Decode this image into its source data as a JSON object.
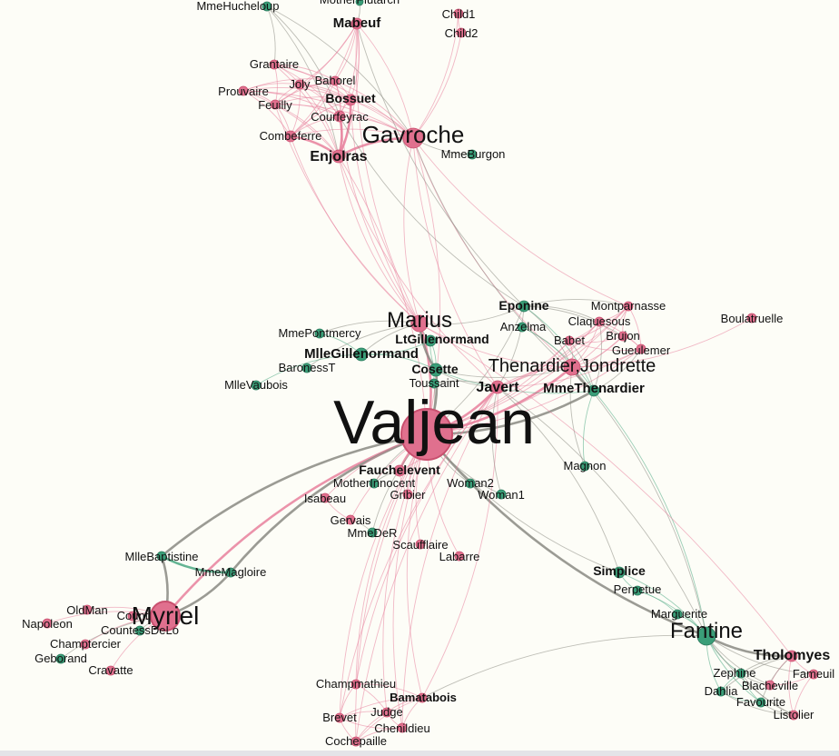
{
  "colors": {
    "background": "#fdfdf7",
    "pink": "#e0708e",
    "pink_dark": "#c9506f",
    "green": "#3a9e78",
    "green_dark": "#2b7a5c",
    "edge_pink": "#e8809c",
    "edge_gray": "#8a8a82",
    "edge_green": "#4aa882"
  },
  "nodes": [
    {
      "id": "Valjean",
      "label": "Valjean",
      "group": "pink",
      "bold": false
    },
    {
      "id": "Gavroche",
      "label": "Gavroche",
      "group": "pink",
      "bold": false
    },
    {
      "id": "Marius",
      "label": "Marius",
      "group": "pink",
      "bold": false
    },
    {
      "id": "Myriel",
      "label": "Myriel",
      "group": "pink",
      "bold": false
    },
    {
      "id": "Fantine",
      "label": "Fantine",
      "group": "green",
      "bold": false
    },
    {
      "id": "ThenardierJondrette",
      "label": "Thenardier,Jondrette",
      "group": "pink",
      "bold": false
    },
    {
      "id": "Enjolras",
      "label": "Enjolras",
      "group": "pink",
      "bold": true
    },
    {
      "id": "Javert",
      "label": "Javert",
      "group": "pink",
      "bold": true
    },
    {
      "id": "MmeThenardier",
      "label": "MmeThenardier",
      "group": "green",
      "bold": true
    },
    {
      "id": "Cosette",
      "label": "Cosette",
      "group": "green",
      "bold": true
    },
    {
      "id": "LtGillenormand",
      "label": "LtGillenormand",
      "group": "green",
      "bold": true
    },
    {
      "id": "MlleGillenormand",
      "label": "MlleGillenormand",
      "group": "green",
      "bold": true
    },
    {
      "id": "Fauchelevent",
      "label": "Fauchelevent",
      "group": "pink",
      "bold": true
    },
    {
      "id": "Bossuet",
      "label": "Bossuet",
      "group": "pink",
      "bold": true
    },
    {
      "id": "Mabeuf",
      "label": "Mabeuf",
      "group": "pink",
      "bold": true
    },
    {
      "id": "Eponine",
      "label": "Eponine",
      "group": "green",
      "bold": true
    },
    {
      "id": "Tholomyes",
      "label": "Tholomyes",
      "group": "pink",
      "bold": true
    },
    {
      "id": "Simplice",
      "label": "Simplice",
      "group": "green",
      "bold": true
    },
    {
      "id": "Bamatabois",
      "label": "Bamatabois",
      "group": "pink",
      "bold": true
    },
    {
      "id": "MmeHucheloup",
      "label": "MmeHucheloup",
      "group": "green",
      "bold": false
    },
    {
      "id": "MotherPlutarch",
      "label": "MotherPlutarch",
      "group": "green",
      "bold": false
    },
    {
      "id": "Child1",
      "label": "Child1",
      "group": "pink",
      "bold": false
    },
    {
      "id": "Child2",
      "label": "Child2",
      "group": "pink",
      "bold": false
    },
    {
      "id": "Grantaire",
      "label": "Grantaire",
      "group": "pink",
      "bold": false
    },
    {
      "id": "Bahorel",
      "label": "Bahorel",
      "group": "pink",
      "bold": false
    },
    {
      "id": "Joly",
      "label": "Joly",
      "group": "pink",
      "bold": false
    },
    {
      "id": "Prouvaire",
      "label": "Prouvaire",
      "group": "pink",
      "bold": false
    },
    {
      "id": "Feuilly",
      "label": "Feuilly",
      "group": "pink",
      "bold": false
    },
    {
      "id": "Courfeyrac",
      "label": "Courfeyrac",
      "group": "pink",
      "bold": false
    },
    {
      "id": "Combeferre",
      "label": "Combeferre",
      "group": "pink",
      "bold": false
    },
    {
      "id": "MmeBurgon",
      "label": "MmeBurgon",
      "group": "green",
      "bold": false
    },
    {
      "id": "Montparnasse",
      "label": "Montparnasse",
      "group": "pink",
      "bold": false
    },
    {
      "id": "Claquesous",
      "label": "Claquesous",
      "group": "pink",
      "bold": false
    },
    {
      "id": "Anzelma",
      "label": "Anzelma",
      "group": "green",
      "bold": false
    },
    {
      "id": "Babet",
      "label": "Babet",
      "group": "pink",
      "bold": false
    },
    {
      "id": "Brujon",
      "label": "Brujon",
      "group": "pink",
      "bold": false
    },
    {
      "id": "Gueulemer",
      "label": "Gueulemer",
      "group": "pink",
      "bold": false
    },
    {
      "id": "Boulatruelle",
      "label": "Boulatruelle",
      "group": "pink",
      "bold": false
    },
    {
      "id": "MmePontmercy",
      "label": "MmePontmercy",
      "group": "green",
      "bold": false
    },
    {
      "id": "BaronessT",
      "label": "BaronessT",
      "group": "green",
      "bold": false
    },
    {
      "id": "MlleVaubois",
      "label": "MlleVaubois",
      "group": "green",
      "bold": false
    },
    {
      "id": "Toussaint",
      "label": "Toussaint",
      "group": "green",
      "bold": false
    },
    {
      "id": "MotherInnocent",
      "label": "MotherInnocent",
      "group": "green",
      "bold": false
    },
    {
      "id": "Isabeau",
      "label": "Isabeau",
      "group": "pink",
      "bold": false
    },
    {
      "id": "Gribier",
      "label": "Gribier",
      "group": "pink",
      "bold": false
    },
    {
      "id": "Woman2",
      "label": "Woman2",
      "group": "green",
      "bold": false
    },
    {
      "id": "Woman1",
      "label": "Woman1",
      "group": "green",
      "bold": false
    },
    {
      "id": "Magnon",
      "label": "Magnon",
      "group": "green",
      "bold": false
    },
    {
      "id": "Gervais",
      "label": "Gervais",
      "group": "pink",
      "bold": false
    },
    {
      "id": "MmeDeR",
      "label": "MmeDeR",
      "group": "green",
      "bold": false
    },
    {
      "id": "Scaufflaire",
      "label": "Scaufflaire",
      "group": "pink",
      "bold": false
    },
    {
      "id": "Labarre",
      "label": "Labarre",
      "group": "pink",
      "bold": false
    },
    {
      "id": "MlleBaptistine",
      "label": "MlleBaptistine",
      "group": "green",
      "bold": false
    },
    {
      "id": "MmeMagloire",
      "label": "MmeMagloire",
      "group": "green",
      "bold": false
    },
    {
      "id": "OldMan",
      "label": "OldMan",
      "group": "pink",
      "bold": false
    },
    {
      "id": "Count",
      "label": "Count",
      "group": "pink",
      "bold": false
    },
    {
      "id": "Napoleon",
      "label": "Napoleon",
      "group": "pink",
      "bold": false
    },
    {
      "id": "CountessDeLo",
      "label": "CountessDeLo",
      "group": "green",
      "bold": false
    },
    {
      "id": "Champtercier",
      "label": "Champtercier",
      "group": "pink",
      "bold": false
    },
    {
      "id": "Geborand",
      "label": "Geborand",
      "group": "green",
      "bold": false
    },
    {
      "id": "Cravatte",
      "label": "Cravatte",
      "group": "pink",
      "bold": false
    },
    {
      "id": "Perpetue",
      "label": "Perpetue",
      "group": "green",
      "bold": false
    },
    {
      "id": "Marguerite",
      "label": "Marguerite",
      "group": "green",
      "bold": false
    },
    {
      "id": "Zephine",
      "label": "Zephine",
      "group": "green",
      "bold": false
    },
    {
      "id": "Dahlia",
      "label": "Dahlia",
      "group": "green",
      "bold": false
    },
    {
      "id": "Blacheville",
      "label": "Blacheville",
      "group": "pink",
      "bold": false
    },
    {
      "id": "Fameuil",
      "label": "Fameuil",
      "group": "pink",
      "bold": false
    },
    {
      "id": "Favourite",
      "label": "Favourite",
      "group": "green",
      "bold": false
    },
    {
      "id": "Listolier",
      "label": "Listolier",
      "group": "pink",
      "bold": false
    },
    {
      "id": "Champmathieu",
      "label": "Champmathieu",
      "group": "pink",
      "bold": false
    },
    {
      "id": "Brevet",
      "label": "Brevet",
      "group": "pink",
      "bold": false
    },
    {
      "id": "Judge",
      "label": "Judge",
      "group": "pink",
      "bold": false
    },
    {
      "id": "Chenildieu",
      "label": "Chenildieu",
      "group": "pink",
      "bold": false
    },
    {
      "id": "Cochepaille",
      "label": "Cochepaille",
      "group": "pink",
      "bold": false
    }
  ],
  "edges": [
    [
      "Valjean",
      "Myriel"
    ],
    [
      "Valjean",
      "MlleBaptistine"
    ],
    [
      "Valjean",
      "MmeMagloire"
    ],
    [
      "Valjean",
      "Labarre"
    ],
    [
      "Valjean",
      "Marius"
    ],
    [
      "Valjean",
      "Cosette"
    ],
    [
      "Valjean",
      "Javert"
    ],
    [
      "Valjean",
      "Fauchelevent"
    ],
    [
      "Valjean",
      "Fantine"
    ],
    [
      "Valjean",
      "MmeThenardier"
    ],
    [
      "Valjean",
      "ThenardierJondrette"
    ],
    [
      "Valjean",
      "Gavroche"
    ],
    [
      "Valjean",
      "Enjolras"
    ],
    [
      "Valjean",
      "Bamatabois"
    ],
    [
      "Valjean",
      "Champmathieu"
    ],
    [
      "Valjean",
      "Brevet"
    ],
    [
      "Valjean",
      "Chenildieu"
    ],
    [
      "Valjean",
      "Cochepaille"
    ],
    [
      "Valjean",
      "Judge"
    ],
    [
      "Valjean",
      "Simplice"
    ],
    [
      "Valjean",
      "Gervais"
    ],
    [
      "Valjean",
      "Isabeau"
    ],
    [
      "Valjean",
      "Scaufflaire"
    ],
    [
      "Valjean",
      "MmeDeR"
    ],
    [
      "Valjean",
      "Woman1"
    ],
    [
      "Valjean",
      "Woman2"
    ],
    [
      "Valjean",
      "MotherInnocent"
    ],
    [
      "Valjean",
      "Gribier"
    ],
    [
      "Valjean",
      "Toussaint"
    ],
    [
      "Valjean",
      "Babet"
    ],
    [
      "Valjean",
      "Gueulemer"
    ],
    [
      "Valjean",
      "Claquesous"
    ],
    [
      "Valjean",
      "Brujon"
    ],
    [
      "Valjean",
      "Montparnasse"
    ],
    [
      "Valjean",
      "Eponine"
    ],
    [
      "Myriel",
      "MlleBaptistine"
    ],
    [
      "Myriel",
      "MmeMagloire"
    ],
    [
      "Myriel",
      "Napoleon"
    ],
    [
      "Myriel",
      "OldMan"
    ],
    [
      "Myriel",
      "Count"
    ],
    [
      "Myriel",
      "CountessDeLo"
    ],
    [
      "Myriel",
      "Champtercier"
    ],
    [
      "Myriel",
      "Geborand"
    ],
    [
      "Myriel",
      "Cravatte"
    ],
    [
      "MlleBaptistine",
      "MmeMagloire"
    ],
    [
      "Fantine",
      "Tholomyes"
    ],
    [
      "Fantine",
      "Zephine"
    ],
    [
      "Fantine",
      "Dahlia"
    ],
    [
      "Fantine",
      "Blacheville"
    ],
    [
      "Fantine",
      "Fameuil"
    ],
    [
      "Fantine",
      "Favourite"
    ],
    [
      "Fantine",
      "Listolier"
    ],
    [
      "Fantine",
      "Marguerite"
    ],
    [
      "Fantine",
      "Perpetue"
    ],
    [
      "Fantine",
      "Simplice"
    ],
    [
      "Fantine",
      "Javert"
    ],
    [
      "Fantine",
      "MmeThenardier"
    ],
    [
      "Fantine",
      "ThenardierJondrette"
    ],
    [
      "Fantine",
      "Bamatabois"
    ],
    [
      "Tholomyes",
      "Zephine"
    ],
    [
      "Tholomyes",
      "Dahlia"
    ],
    [
      "Tholomyes",
      "Blacheville"
    ],
    [
      "Tholomyes",
      "Fameuil"
    ],
    [
      "Tholomyes",
      "Favourite"
    ],
    [
      "Tholomyes",
      "Listolier"
    ],
    [
      "Tholomyes",
      "Marius"
    ],
    [
      "Zephine",
      "Dahlia"
    ],
    [
      "Zephine",
      "Blacheville"
    ],
    [
      "Zephine",
      "Favourite"
    ],
    [
      "Zephine",
      "Listolier"
    ],
    [
      "Dahlia",
      "Favourite"
    ],
    [
      "Dahlia",
      "Listolier"
    ],
    [
      "Blacheville",
      "Fameuil"
    ],
    [
      "Favourite",
      "Listolier"
    ],
    [
      "Fameuil",
      "Listolier"
    ],
    [
      "Marguerite",
      "Perpetue"
    ],
    [
      "Simplice",
      "Perpetue"
    ],
    [
      "Simplice",
      "Javert"
    ],
    [
      "Bamatabois",
      "Judge"
    ],
    [
      "Bamatabois",
      "Champmathieu"
    ],
    [
      "Bamatabois",
      "Brevet"
    ],
    [
      "Bamatabois",
      "Chenildieu"
    ],
    [
      "Bamatabois",
      "Cochepaille"
    ],
    [
      "Bamatabois",
      "Javert"
    ],
    [
      "Judge",
      "Champmathieu"
    ],
    [
      "Judge",
      "Brevet"
    ],
    [
      "Judge",
      "Chenildieu"
    ],
    [
      "Judge",
      "Cochepaille"
    ],
    [
      "Champmathieu",
      "Brevet"
    ],
    [
      "Brevet",
      "Chenildieu"
    ],
    [
      "Chenildieu",
      "Cochepaille"
    ],
    [
      "Brevet",
      "Cochepaille"
    ],
    [
      "Javert",
      "Champmathieu"
    ],
    [
      "Javert",
      "Cochepaille"
    ],
    [
      "Javert",
      "Chenildieu"
    ],
    [
      "Javert",
      "Brevet"
    ],
    [
      "Gavroche",
      "Enjolras"
    ],
    [
      "Gavroche",
      "Bossuet"
    ],
    [
      "Gavroche",
      "Courfeyrac"
    ],
    [
      "Gavroche",
      "Combeferre"
    ],
    [
      "Gavroche",
      "Joly"
    ],
    [
      "Gavroche",
      "Bahorel"
    ],
    [
      "Gavroche",
      "Feuilly"
    ],
    [
      "Gavroche",
      "Prouvaire"
    ],
    [
      "Gavroche",
      "Grantaire"
    ],
    [
      "Gavroche",
      "Mabeuf"
    ],
    [
      "Gavroche",
      "Child1"
    ],
    [
      "Gavroche",
      "Child2"
    ],
    [
      "Gavroche",
      "MmeBurgon"
    ],
    [
      "Gavroche",
      "MmeHucheloup"
    ],
    [
      "Gavroche",
      "Marius"
    ],
    [
      "Gavroche",
      "Javert"
    ],
    [
      "Gavroche",
      "ThenardierJondrette"
    ],
    [
      "Gavroche",
      "MmeThenardier"
    ],
    [
      "Gavroche",
      "Montparnasse"
    ],
    [
      "Enjolras",
      "Bossuet"
    ],
    [
      "Enjolras",
      "Courfeyrac"
    ],
    [
      "Enjolras",
      "Combeferre"
    ],
    [
      "Enjolras",
      "Joly"
    ],
    [
      "Enjolras",
      "Bahorel"
    ],
    [
      "Enjolras",
      "Feuilly"
    ],
    [
      "Enjolras",
      "Prouvaire"
    ],
    [
      "Enjolras",
      "Grantaire"
    ],
    [
      "Enjolras",
      "Mabeuf"
    ],
    [
      "Enjolras",
      "Marius"
    ],
    [
      "Enjolras",
      "Javert"
    ],
    [
      "Enjolras",
      "MmeHucheloup"
    ],
    [
      "Bossuet",
      "Courfeyrac"
    ],
    [
      "Bossuet",
      "Combeferre"
    ],
    [
      "Bossuet",
      "Joly"
    ],
    [
      "Bossuet",
      "Bahorel"
    ],
    [
      "Bossuet",
      "Feuilly"
    ],
    [
      "Bossuet",
      "Prouvaire"
    ],
    [
      "Bossuet",
      "Grantaire"
    ],
    [
      "Bossuet",
      "Mabeuf"
    ],
    [
      "Bossuet",
      "Marius"
    ],
    [
      "Courfeyrac",
      "Combeferre"
    ],
    [
      "Courfeyrac",
      "Joly"
    ],
    [
      "Courfeyrac",
      "Bahorel"
    ],
    [
      "Courfeyrac",
      "Feuilly"
    ],
    [
      "Courfeyrac",
      "Prouvaire"
    ],
    [
      "Courfeyrac",
      "Grantaire"
    ],
    [
      "Courfeyrac",
      "Mabeuf"
    ],
    [
      "Courfeyrac",
      "Marius"
    ],
    [
      "Courfeyrac",
      "Eponine"
    ],
    [
      "Courfeyrac",
      "MmeHucheloup"
    ],
    [
      "Combeferre",
      "Joly"
    ],
    [
      "Combeferre",
      "Bahorel"
    ],
    [
      "Combeferre",
      "Feuilly"
    ],
    [
      "Combeferre",
      "Prouvaire"
    ],
    [
      "Combeferre",
      "Mabeuf"
    ],
    [
      "Combeferre",
      "Marius"
    ],
    [
      "Joly",
      "Bahorel"
    ],
    [
      "Joly",
      "Feuilly"
    ],
    [
      "Joly",
      "Prouvaire"
    ],
    [
      "Joly",
      "Grantaire"
    ],
    [
      "Joly",
      "Mabeuf"
    ],
    [
      "Bahorel",
      "Feuilly"
    ],
    [
      "Bahorel",
      "Prouvaire"
    ],
    [
      "Bahorel",
      "Grantaire"
    ],
    [
      "Bahorel",
      "Mabeuf"
    ],
    [
      "Feuilly",
      "Prouvaire"
    ],
    [
      "Feuilly",
      "Grantaire"
    ],
    [
      "Feuilly",
      "Mabeuf"
    ],
    [
      "Feuilly",
      "Marius"
    ],
    [
      "Grantaire",
      "MmeHucheloup"
    ],
    [
      "Mabeuf",
      "Marius"
    ],
    [
      "Mabeuf",
      "MotherPlutarch"
    ],
    [
      "Mabeuf",
      "Eponine"
    ],
    [
      "Child1",
      "Child2"
    ],
    [
      "Marius",
      "Cosette"
    ],
    [
      "Marius",
      "LtGillenormand"
    ],
    [
      "Marius",
      "MlleGillenormand"
    ],
    [
      "Marius",
      "MmePontmercy"
    ],
    [
      "Marius",
      "BaronessT"
    ],
    [
      "Marius",
      "Eponine"
    ],
    [
      "Marius",
      "ThenardierJondrette"
    ],
    [
      "Marius",
      "Gillenormand"
    ],
    [
      "Cosette",
      "LtGillenormand"
    ],
    [
      "Cosette",
      "MlleGillenormand"
    ],
    [
      "Cosette",
      "Toussaint"
    ],
    [
      "Cosette",
      "ThenardierJondrette"
    ],
    [
      "Cosette",
      "MmeThenardier"
    ],
    [
      "Cosette",
      "Javert"
    ],
    [
      "MlleGillenormand",
      "MmePontmercy"
    ],
    [
      "MlleGillenormand",
      "MlleVaubois"
    ],
    [
      "MlleGillenormand",
      "LtGillenormand"
    ],
    [
      "LtGillenormand",
      "Cosette"
    ],
    [
      "ThenardierJondrette",
      "MmeThenardier"
    ],
    [
      "ThenardierJondrette",
      "Javert"
    ],
    [
      "ThenardierJondrette",
      "Babet"
    ],
    [
      "ThenardierJondrette",
      "Gueulemer"
    ],
    [
      "ThenardierJondrette",
      "Claquesous"
    ],
    [
      "ThenardierJondrette",
      "Montparnasse"
    ],
    [
      "ThenardierJondrette",
      "Brujon"
    ],
    [
      "ThenardierJondrette",
      "Eponine"
    ],
    [
      "ThenardierJondrette",
      "Anzelma"
    ],
    [
      "ThenardierJondrette",
      "Boulatruelle"
    ],
    [
      "ThenardierJondrette",
      "Magnon"
    ],
    [
      "MmeThenardier",
      "Eponine"
    ],
    [
      "MmeThenardier",
      "Anzelma"
    ],
    [
      "MmeThenardier",
      "Magnon"
    ],
    [
      "MmeThenardier",
      "Babet"
    ],
    [
      "MmeThenardier",
      "Gueulemer"
    ],
    [
      "MmeThenardier",
      "Claquesous"
    ],
    [
      "Javert",
      "Babet"
    ],
    [
      "Javert",
      "Gueulemer"
    ],
    [
      "Javert",
      "Claquesous"
    ],
    [
      "Javert",
      "Montparnasse"
    ],
    [
      "Javert",
      "Woman1"
    ],
    [
      "Javert",
      "Toussaint"
    ],
    [
      "Javert",
      "Eponine"
    ],
    [
      "Babet",
      "Gueulemer"
    ],
    [
      "Babet",
      "Claquesous"
    ],
    [
      "Babet",
      "Montparnasse"
    ],
    [
      "Babet",
      "Brujon"
    ],
    [
      "Gueulemer",
      "Claquesous"
    ],
    [
      "Gueulemer",
      "Montparnasse"
    ],
    [
      "Gueulemer",
      "Brujon"
    ],
    [
      "Claquesous",
      "Montparnasse"
    ],
    [
      "Claquesous",
      "Brujon"
    ],
    [
      "Claquesous",
      "Eponine"
    ],
    [
      "Montparnasse",
      "Brujon"
    ],
    [
      "Montparnasse",
      "Eponine"
    ],
    [
      "Brujon",
      "Eponine"
    ],
    [
      "Fauchelevent",
      "MotherInnocent"
    ],
    [
      "Fauchelevent",
      "Gribier"
    ],
    [
      "Fauchelevent",
      "Javert"
    ],
    [
      "MmeDeR",
      "Gervais"
    ],
    [
      "Isabeau",
      "Gervais"
    ]
  ]
}
